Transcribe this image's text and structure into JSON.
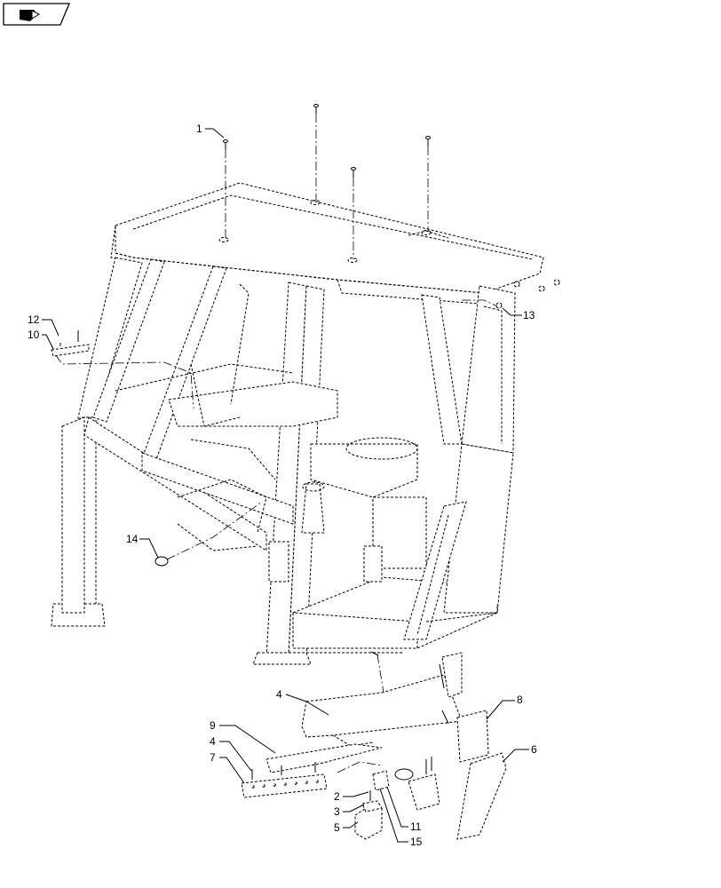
{
  "callouts": [
    "1",
    "2",
    "3",
    "4",
    "4",
    "5",
    "6",
    "7",
    "8",
    "9",
    "10",
    "11",
    "12",
    "13",
    "14",
    "15"
  ],
  "nav_icon": "book-arrow-icon"
}
